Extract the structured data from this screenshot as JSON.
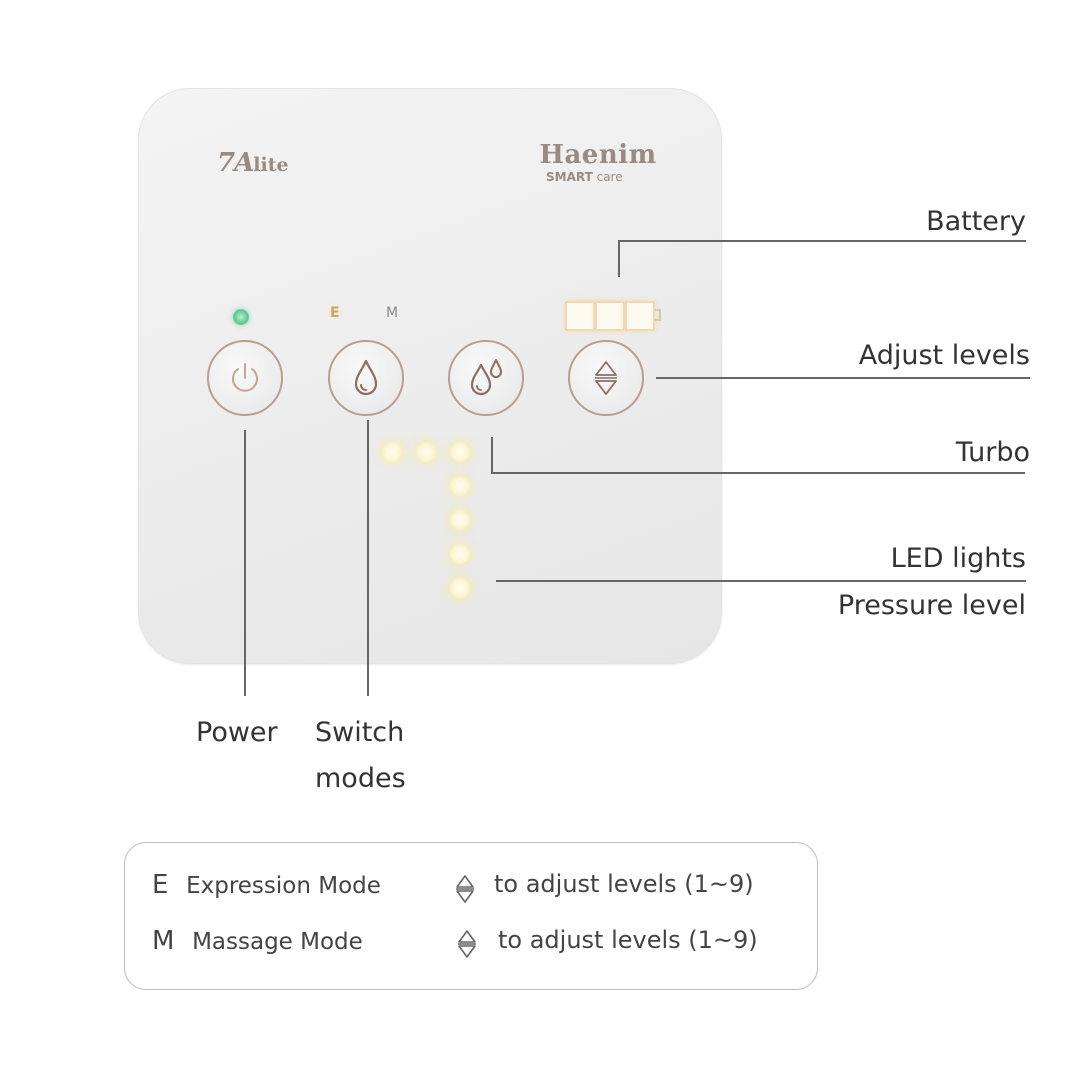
{
  "device": {
    "model_logo": "7A",
    "model_logo_sub": "lite",
    "brand_name": "Haenim",
    "brand_tag_bold": "SMART",
    "brand_tag_light": "care",
    "mode_e": "E",
    "mode_m": "M",
    "battery_cells_lit": 3,
    "battery_cells_total": 3
  },
  "icons": {
    "power": "power-icon",
    "mode": "droplet-icon",
    "turbo": "double-droplet-icon",
    "adjust": "up-down-arrows-icon"
  },
  "callouts": {
    "battery": "Battery",
    "adjust": "Adjust levels",
    "turbo": "Turbo",
    "led": "LED lights",
    "pressure": "Pressure level",
    "power": "Power",
    "switch_line1": "Switch",
    "switch_line2": "modes"
  },
  "legend": {
    "rows": [
      {
        "letter": "E",
        "mode": "Expression Mode",
        "hint": "to adjust levels (1~9)"
      },
      {
        "letter": "M",
        "mode": "Massage Mode",
        "hint": "to adjust levels (1~9)"
      }
    ]
  },
  "colors": {
    "button_ring": "#b99e92",
    "power_led": "#5ec792",
    "led_glow": "#f5ecb4",
    "line": "#666666"
  }
}
